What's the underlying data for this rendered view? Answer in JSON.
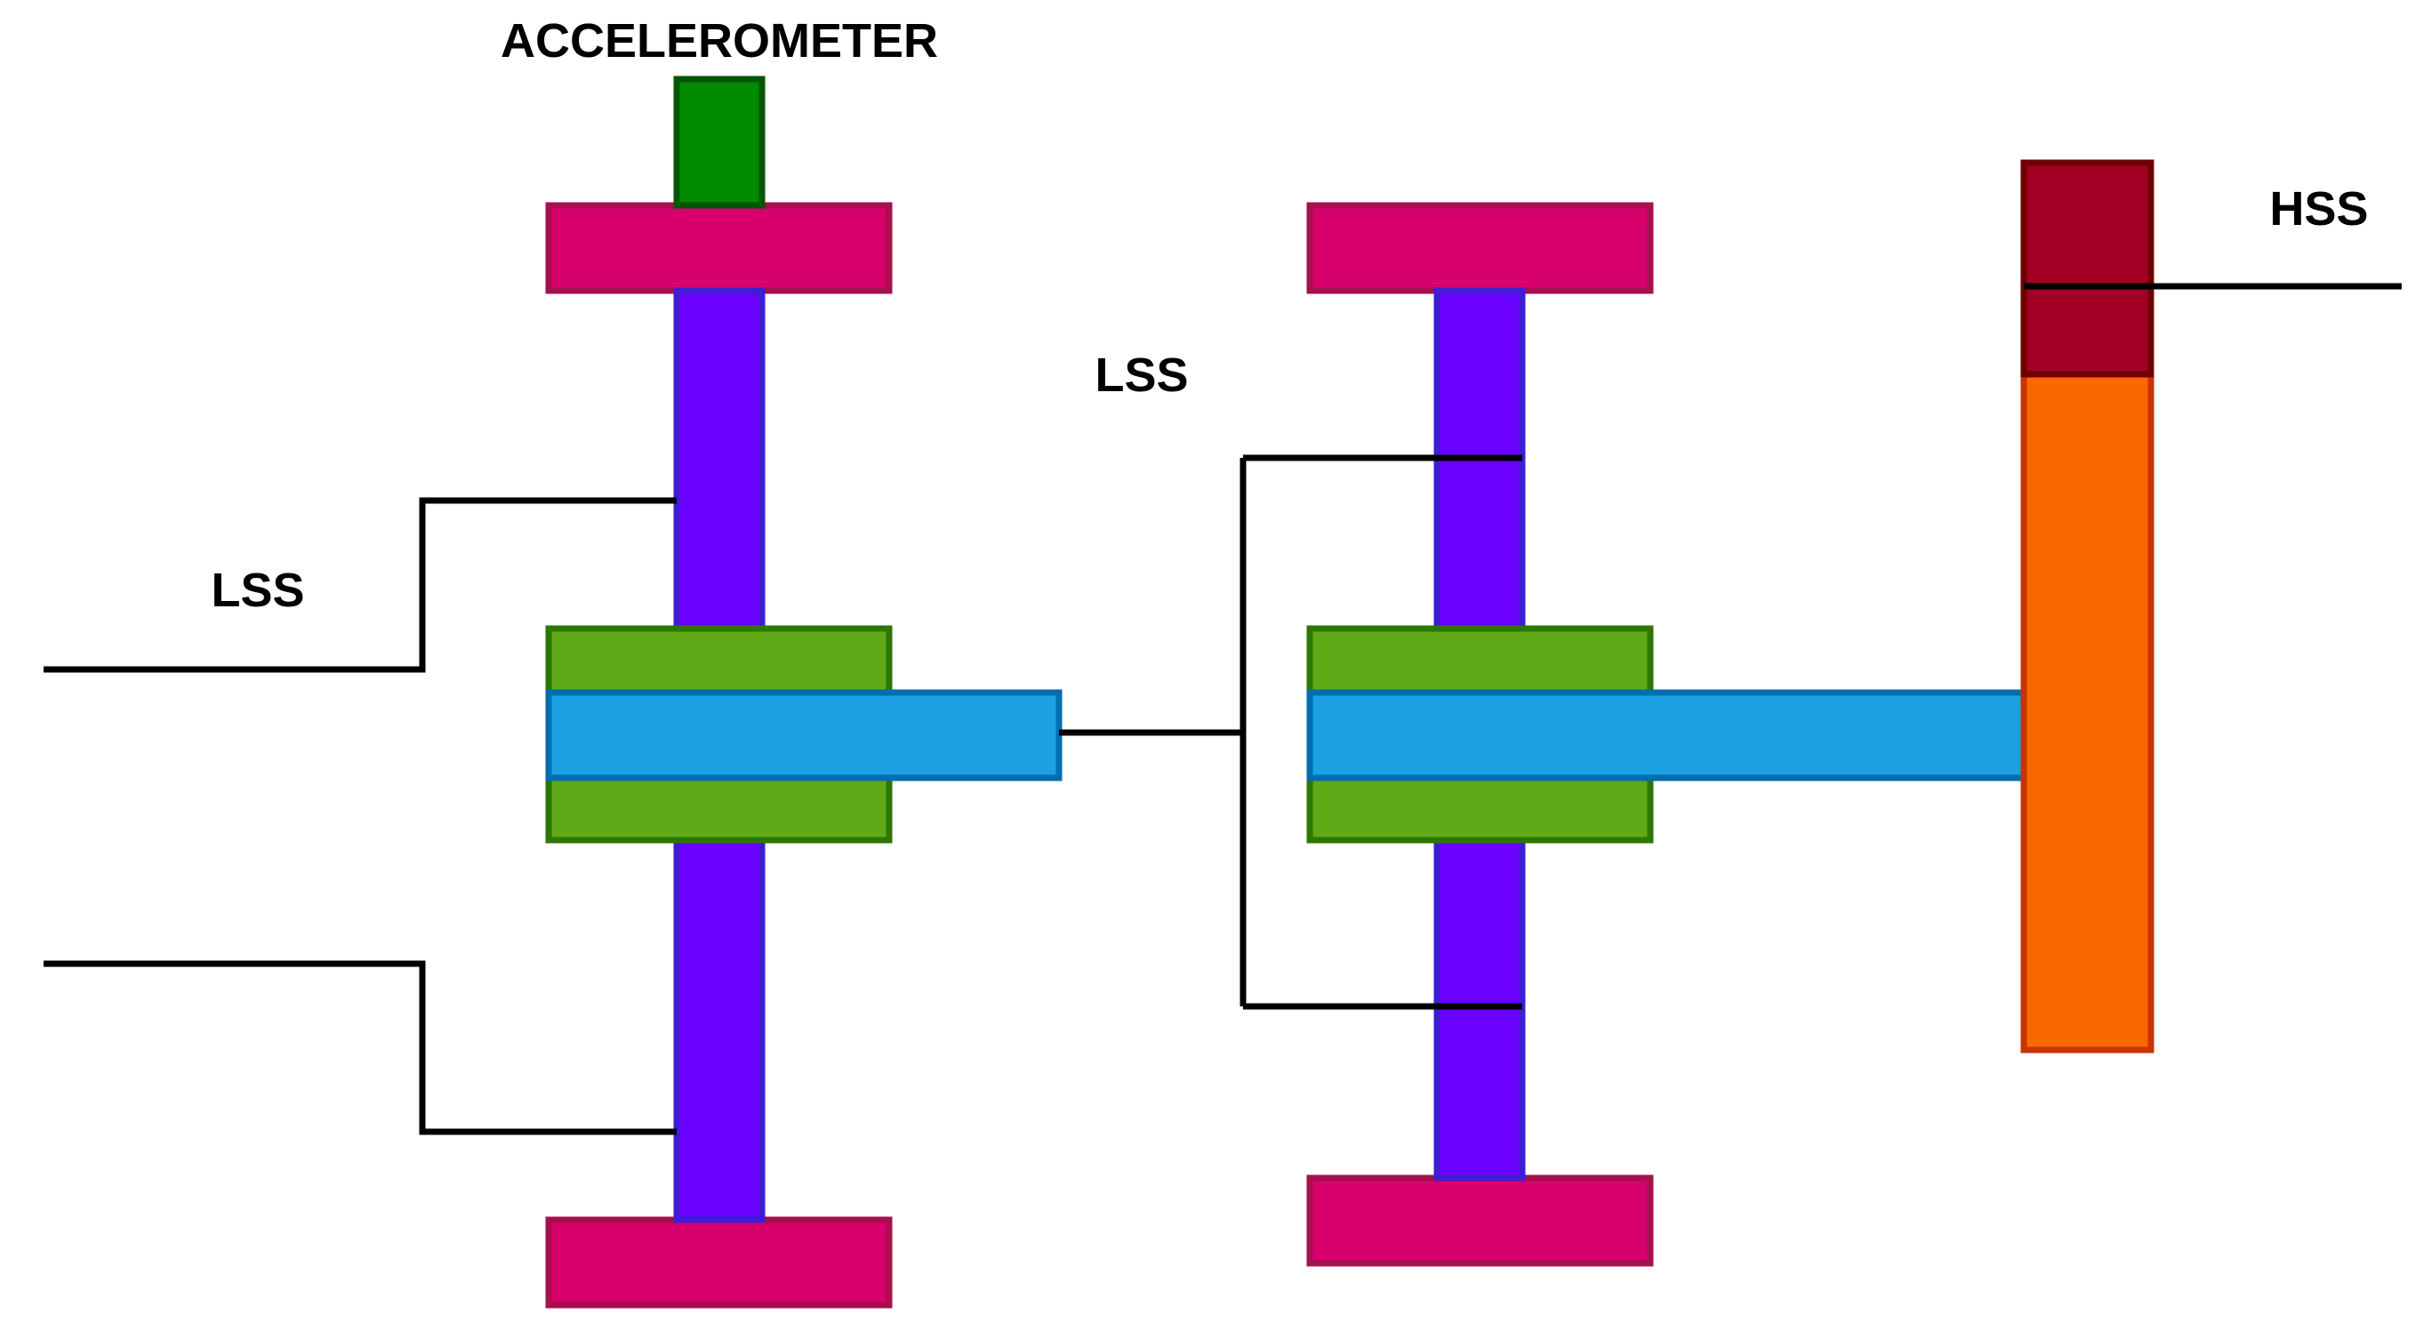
{
  "labels": {
    "accelerometer": "ACCELEROMETER",
    "lss_left": "LSS",
    "lss_middle": "LSS",
    "hss": "HSS"
  },
  "colors": {
    "ring_gear_fill": "#D8006D",
    "ring_gear_stroke": "#A5104D",
    "planet_shaft_fill": "#6A00FF",
    "planet_shaft_stroke": "#3F1CD6",
    "carrier_fill": "#60A917",
    "carrier_stroke": "#2D7600",
    "sun_shaft_fill": "#1BA1E2",
    "sun_shaft_stroke": "#006EAF",
    "accelerometer_fill": "#008A00",
    "accelerometer_stroke": "#005700",
    "hss_gear_fill": "#FA6800",
    "hss_gear_stroke": "#C73500",
    "hss_pinion_fill": "#A20025",
    "hss_pinion_stroke": "#6F0000",
    "wire": "#000000"
  }
}
